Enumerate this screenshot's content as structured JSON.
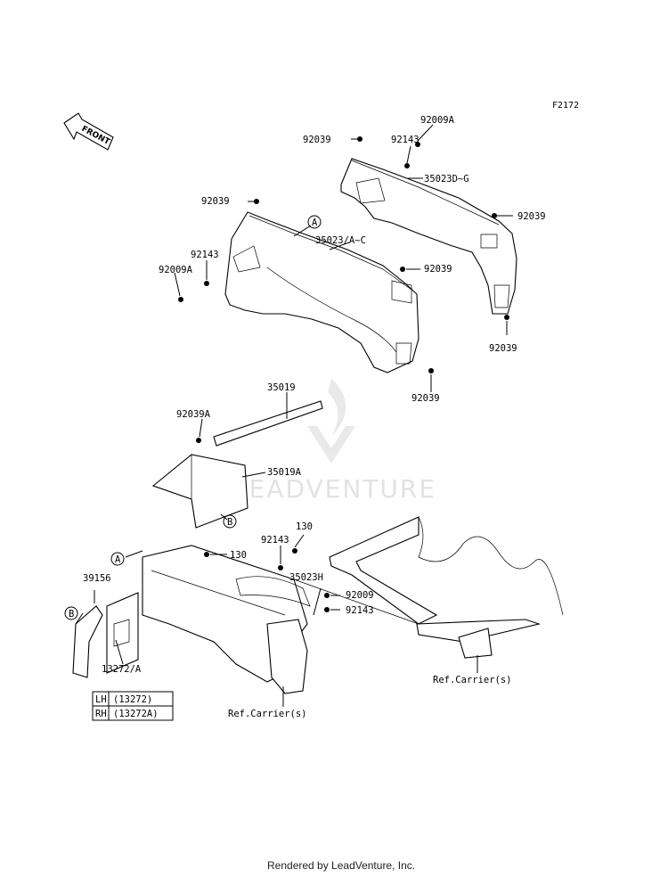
{
  "figure_id": "F2172",
  "front_label": "FRONT",
  "watermark": "LEADVENTURE",
  "footer": "Rendered by LeadVenture, Inc.",
  "callouts": {
    "c_92009A_top": "92009A",
    "c_92039_top": "92039",
    "c_92143_top": "92143",
    "c_35023DG": "35023D~G",
    "c_92039_right1": "92039",
    "c_92039_right2": "92039",
    "c_92039_left": "92039",
    "c_A_top": "A",
    "c_35023AC": "35023/A~C",
    "c_92143_left": "92143",
    "c_92009A_left": "92009A",
    "c_92039_mid": "92039",
    "c_92039_low": "92039",
    "c_35019": "35019",
    "c_92039A": "92039A",
    "c_35019A": "35019A",
    "c_B_mid": "B",
    "c_130_a": "130",
    "c_92143_b": "92143",
    "c_130_b": "130",
    "c_A_low": "A",
    "c_39156": "39156",
    "c_35023H": "35023H",
    "c_92009": "92009",
    "c_92143_c": "92143",
    "c_B_low": "B",
    "c_13272A": "13272/A",
    "c_ref1": "Ref.Carrier(s)",
    "c_ref2": "Ref.Carrier(s)"
  },
  "legend": {
    "rows": [
      {
        "side": "LH",
        "part": "(13272)"
      },
      {
        "side": "RH",
        "part": "(13272A)"
      }
    ]
  }
}
